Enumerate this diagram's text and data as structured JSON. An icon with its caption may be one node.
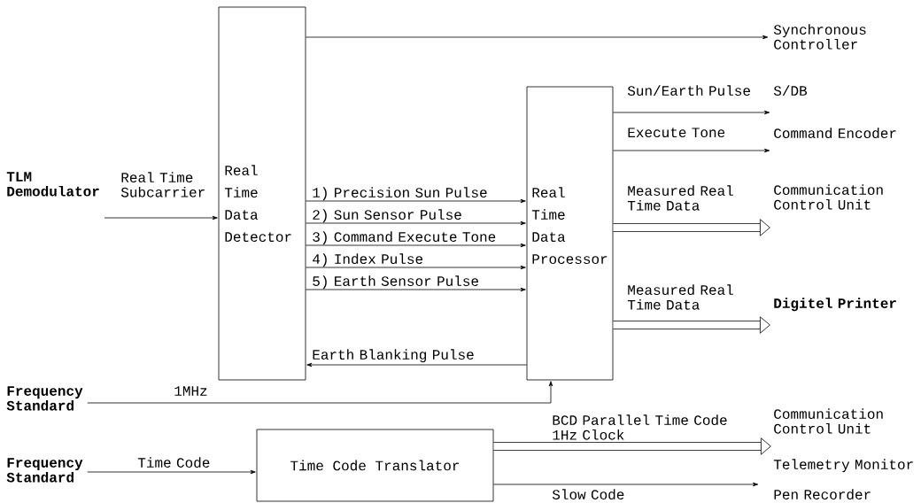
{
  "diagram": {
    "nodes": [
      {
        "text": [
          "TLM Demodulator"
        ]
      },
      {
        "text": [
          "Real Time Data Detector"
        ]
      },
      {
        "text": [
          "Synchronous Controller"
        ]
      },
      {
        "text": [
          "Real Time Data Processor"
        ]
      },
      {
        "text": [
          "S/DB"
        ]
      },
      {
        "text": [
          "Command Encoder"
        ]
      },
      {
        "text": [
          "Communication Control Unit"
        ]
      },
      {
        "text": [
          "Digitel Printer"
        ]
      },
      {
        "text": [
          "Frequency Standard"
        ]
      },
      {
        "text": [
          "Frequency Standard"
        ]
      },
      {
        "text": [
          "Time Code Translator"
        ]
      },
      {
        "text": [
          "Communication Control Unit"
        ]
      },
      {
        "text": [
          "Telemetry Monitor"
        ]
      },
      {
        "text": [
          "Pen Recorder"
        ]
      }
    ],
    "edges": [
      {
        "from": 0,
        "to": 1,
        "arrow": "to",
        "label": "Real Time Subcarrier"
      },
      {
        "from": 1,
        "to": 2,
        "arrow": "to"
      },
      {
        "from": 1,
        "to": 3,
        "arrow": "to",
        "label": "1) Precision Sun Pulse"
      },
      {
        "from": 1,
        "to": 3,
        "arrow": "to",
        "label": "2) Sun Sensor Pulse"
      },
      {
        "from": 1,
        "to": 3,
        "arrow": "to",
        "label": "3) Command Execute Tone"
      },
      {
        "from": 1,
        "to": 3,
        "arrow": "to",
        "label": "4) Index Pulse"
      },
      {
        "from": 1,
        "to": 3,
        "arrow": "to",
        "label": "5) Earth Sensor Pulse"
      },
      {
        "from": 3,
        "to": 1,
        "arrow": "to",
        "label": "Earth Blanking Pulse"
      },
      {
        "from": 3,
        "to": 4,
        "arrow": "to",
        "label": "Sun/Earth Pulse"
      },
      {
        "from": 3,
        "to": 5,
        "arrow": "to",
        "label": "Execute Tone"
      },
      {
        "from": 3,
        "to": 6,
        "arrow": "to",
        "label": "Measured Real Time Data",
        "style": "thick"
      },
      {
        "from": 3,
        "to": 7,
        "arrow": "to",
        "label": "Measured Real Time Data",
        "style": "thick"
      },
      {
        "from": 8,
        "to": 3,
        "arrow": "to",
        "label": "1MHz"
      },
      {
        "from": 9,
        "to": 10,
        "arrow": "to",
        "label": "Time Code"
      },
      {
        "from": 10,
        "to": 11,
        "arrow": "to",
        "label": "BCD Parallel Time Code 1Hz Clock",
        "style": "thick"
      },
      {
        "from": 10,
        "to": 12,
        "arrow": "to",
        "style": "thick"
      },
      {
        "from": 10,
        "to": 13,
        "arrow": "to",
        "label": "Slow Code"
      }
    ]
  }
}
